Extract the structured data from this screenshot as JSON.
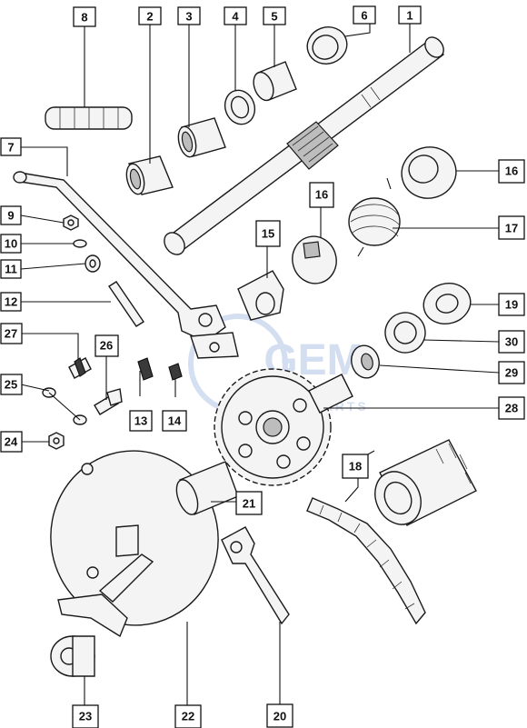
{
  "watermark": {
    "logo_text": "GEM",
    "sub_text": "PARTS"
  },
  "labels": [
    {
      "id": "1",
      "text": "1"
    },
    {
      "id": "2",
      "text": "2"
    },
    {
      "id": "3",
      "text": "3"
    },
    {
      "id": "4",
      "text": "4"
    },
    {
      "id": "5",
      "text": "5"
    },
    {
      "id": "6",
      "text": "6"
    },
    {
      "id": "7",
      "text": "7"
    },
    {
      "id": "8",
      "text": "8"
    },
    {
      "id": "9",
      "text": "9"
    },
    {
      "id": "10",
      "text": "10"
    },
    {
      "id": "11",
      "text": "11"
    },
    {
      "id": "12",
      "text": "12"
    },
    {
      "id": "13",
      "text": "13"
    },
    {
      "id": "14",
      "text": "14"
    },
    {
      "id": "15",
      "text": "15"
    },
    {
      "id": "16a",
      "text": "16"
    },
    {
      "id": "16b",
      "text": "16"
    },
    {
      "id": "17",
      "text": "17"
    },
    {
      "id": "18",
      "text": "18"
    },
    {
      "id": "19",
      "text": "19"
    },
    {
      "id": "20",
      "text": "20"
    },
    {
      "id": "21",
      "text": "21"
    },
    {
      "id": "22",
      "text": "22"
    },
    {
      "id": "23",
      "text": "23"
    },
    {
      "id": "24",
      "text": "24"
    },
    {
      "id": "25",
      "text": "25"
    },
    {
      "id": "26",
      "text": "26"
    },
    {
      "id": "27",
      "text": "27"
    },
    {
      "id": "28",
      "text": "28"
    },
    {
      "id": "29",
      "text": "29"
    },
    {
      "id": "30",
      "text": "30"
    }
  ]
}
